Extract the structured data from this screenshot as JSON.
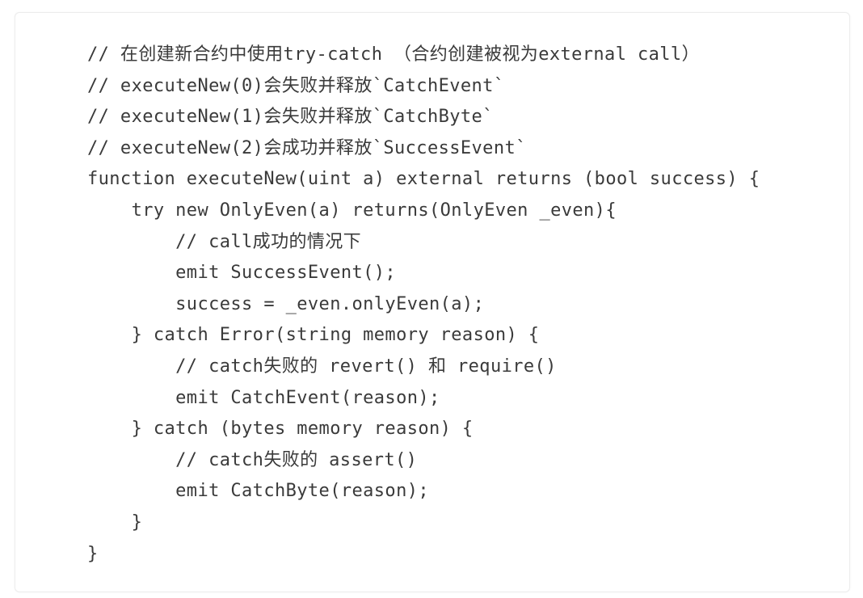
{
  "code": {
    "lines": [
      "// 在创建新合约中使用try-catch （合约创建被视为external call）",
      "// executeNew(0)会失败并释放`CatchEvent`",
      "// executeNew(1)会失败并释放`CatchByte`",
      "// executeNew(2)会成功并释放`SuccessEvent`",
      "function executeNew(uint a) external returns (bool success) {",
      "    try new OnlyEven(a) returns(OnlyEven _even){",
      "        // call成功的情况下",
      "        emit SuccessEvent();",
      "        success = _even.onlyEven(a);",
      "    } catch Error(string memory reason) {",
      "        // catch失败的 revert() 和 require()",
      "        emit CatchEvent(reason);",
      "    } catch (bytes memory reason) {",
      "        // catch失败的 assert()",
      "        emit CatchByte(reason);",
      "    }",
      "}"
    ]
  }
}
